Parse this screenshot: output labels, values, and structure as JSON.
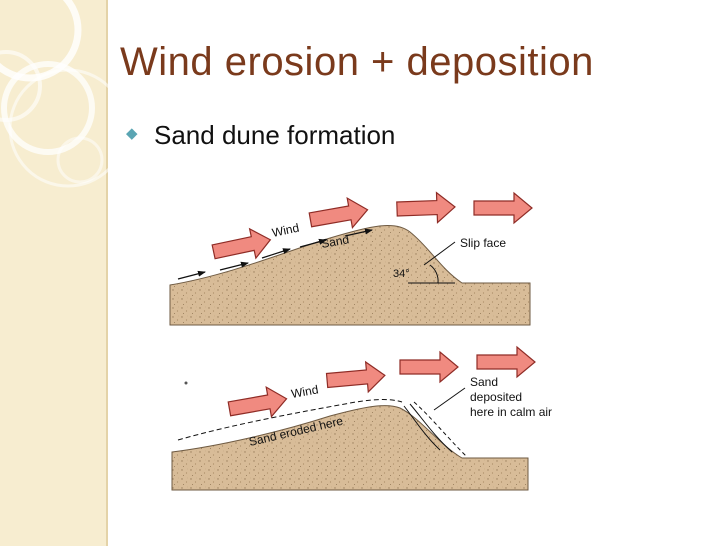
{
  "slide": {
    "title": "Wind erosion + deposition",
    "bullets": [
      {
        "text": "Sand dune formation"
      }
    ]
  },
  "diagram_top": {
    "wind_label": "Wind",
    "sand_label": "Sand",
    "slip_face_label": "Slip face",
    "angle_label": "34°"
  },
  "diagram_bottom": {
    "wind_label": "Wind",
    "eroded_label": "Sand eroded here",
    "deposit_label_lines": [
      "Sand",
      "deposited",
      "here in calm air"
    ]
  },
  "colors": {
    "title": "#7a3a1c",
    "bullet": "#5aa5b3",
    "left_band": "#f7edd0",
    "wind_arrow_fill": "#f08a80",
    "wind_arrow_stroke": "#8f2c26",
    "sand": "#d8bc98"
  }
}
